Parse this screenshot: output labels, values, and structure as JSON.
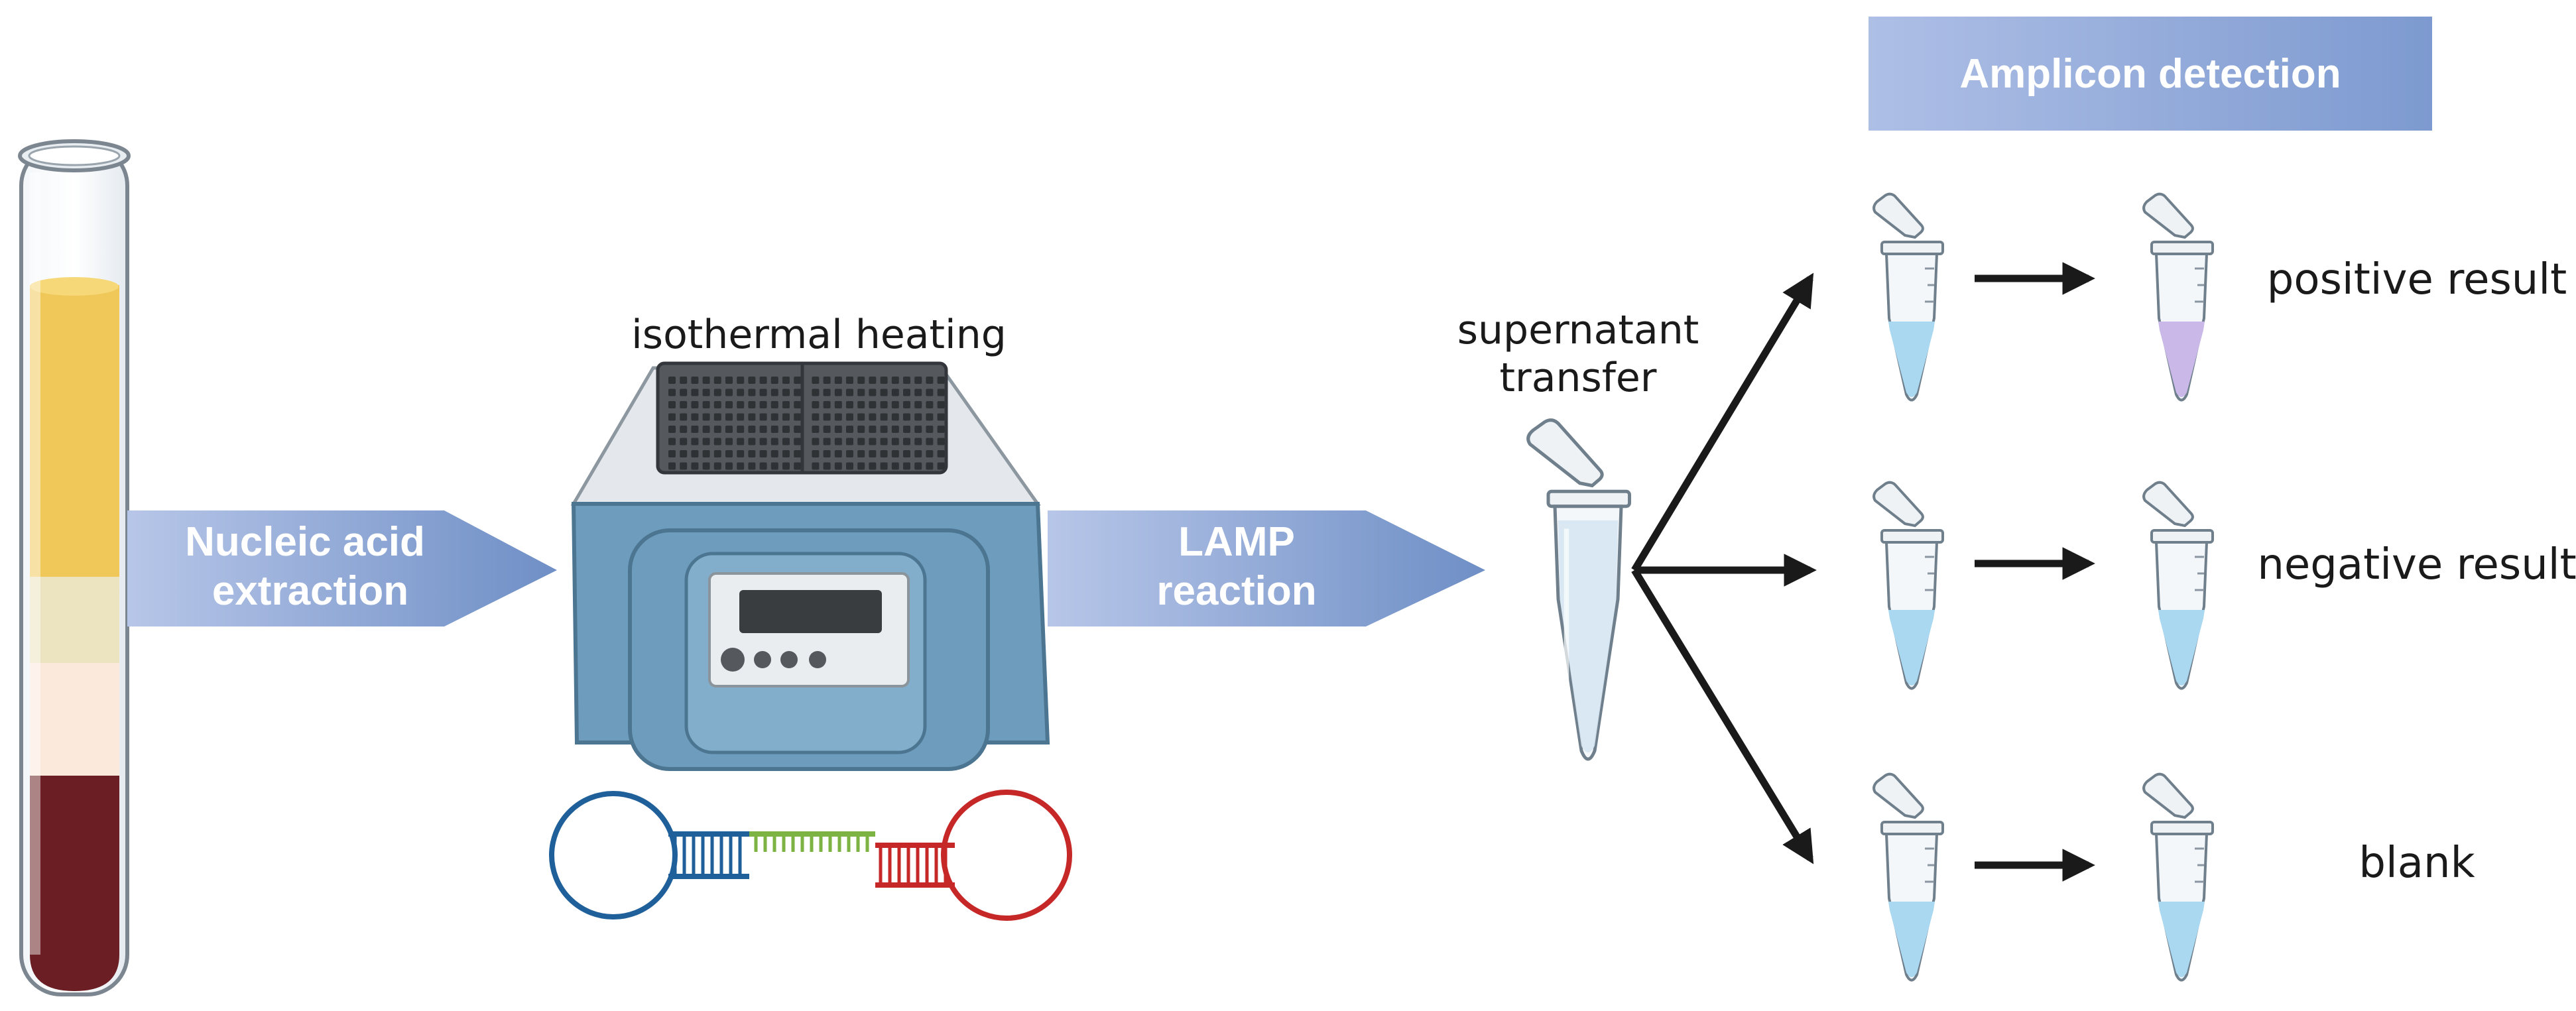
{
  "colors": {
    "arrow_start": "#b7c6e8",
    "arrow_end": "#6f8fc6",
    "banner_start": "#aebfe6",
    "banner_end": "#7d9ad0",
    "heater_body": "#6e9cbd",
    "blood_plasma": "#f0c85a",
    "blood_buffy": "#ece3c0",
    "blood_red": "#6b1f24",
    "liquid_blue": "#a9d8f0",
    "liquid_purple": "#c9b8e8",
    "hairpin_blue": "#1f5f9a",
    "hairpin_green": "#7cb342",
    "hairpin_red": "#c62828"
  },
  "steps": {
    "extraction": {
      "line1": "Nucleic acid",
      "line2": "extraction"
    },
    "heating": {
      "caption": "isothermal heating"
    },
    "lamp": {
      "line1": "LAMP",
      "line2": "reaction"
    },
    "transfer": {
      "line1": "supernatant",
      "line2": "transfer"
    }
  },
  "detection": {
    "title": "Amplicon detection",
    "results": [
      {
        "label": "positive result",
        "liquid": "purple"
      },
      {
        "label": "negative result",
        "liquid": "blue"
      },
      {
        "label": "blank",
        "liquid": "blue"
      }
    ]
  },
  "icons": {
    "blood_tube": "blood-collection-tube-icon",
    "heater": "heat-block-icon",
    "hairpin": "lamp-dna-hairpin-icon",
    "tube": "microcentrifuge-tube-icon"
  }
}
